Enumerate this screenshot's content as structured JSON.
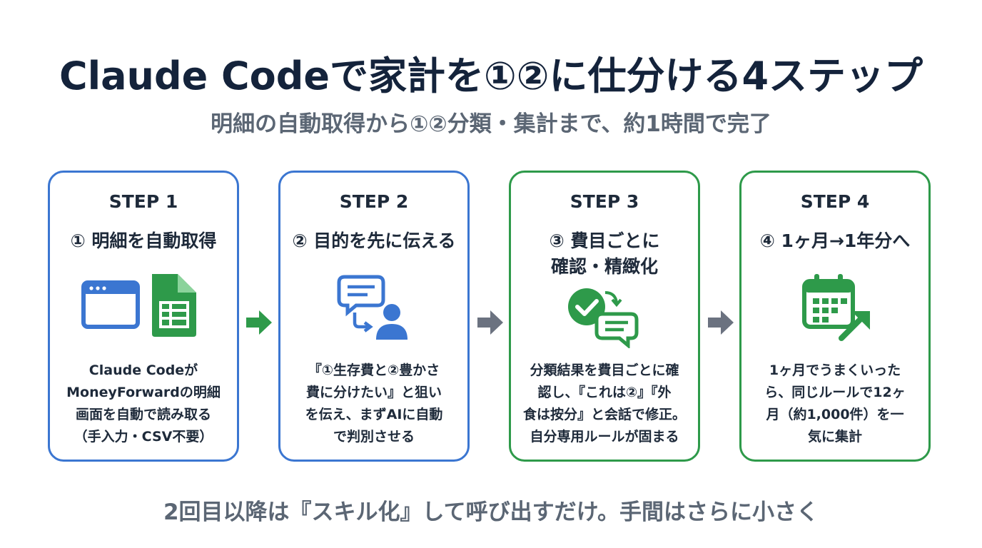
{
  "title": "Claude Codeで家計を①②に仕分ける4ステップ",
  "subtitle": "明細の自動取得から①②分類・集計まで、約1時間で完了",
  "footer": "2回目以降は『スキル化』して呼び出すだけ。手間はさらに小さく",
  "colors": {
    "blue": "#3b76d1",
    "green": "#2e9a4a",
    "gray_arrow": "#6b7280"
  },
  "steps": [
    {
      "step": "STEP 1",
      "heading_lines": [
        "① 明細を自動取得"
      ],
      "icon": "browser-and-spreadsheet-icon",
      "desc_lines": [
        "Claude Codeが",
        "MoneyForwardの明細",
        "画面を自動で読み取る",
        "（手入力・CSV不要）"
      ]
    },
    {
      "step": "STEP 2",
      "heading_lines": [
        "② 目的を先に伝える"
      ],
      "icon": "chat-user-icon",
      "desc_lines": [
        "『①生存費と②豊かさ",
        "費に分けたい』と狙い",
        "を伝え、まずAIに自動",
        "で判別させる"
      ]
    },
    {
      "step": "STEP 3",
      "heading_lines": [
        "③ 費目ごとに",
        "確認・精緻化"
      ],
      "icon": "check-chat-icon",
      "desc_lines": [
        "分類結果を費目ごとに確",
        "認し、『これは②』『外",
        "食は按分』と会話で修正。",
        "自分専用ルールが固まる"
      ]
    },
    {
      "step": "STEP 4",
      "heading_lines": [
        "④ 1ヶ月→1年分へ"
      ],
      "icon": "calendar-growth-icon",
      "desc_lines": [
        "1ヶ月でうまくいった",
        "ら、同じルールで12ヶ",
        "月（約1,000件）を一",
        "気に集計"
      ]
    }
  ]
}
